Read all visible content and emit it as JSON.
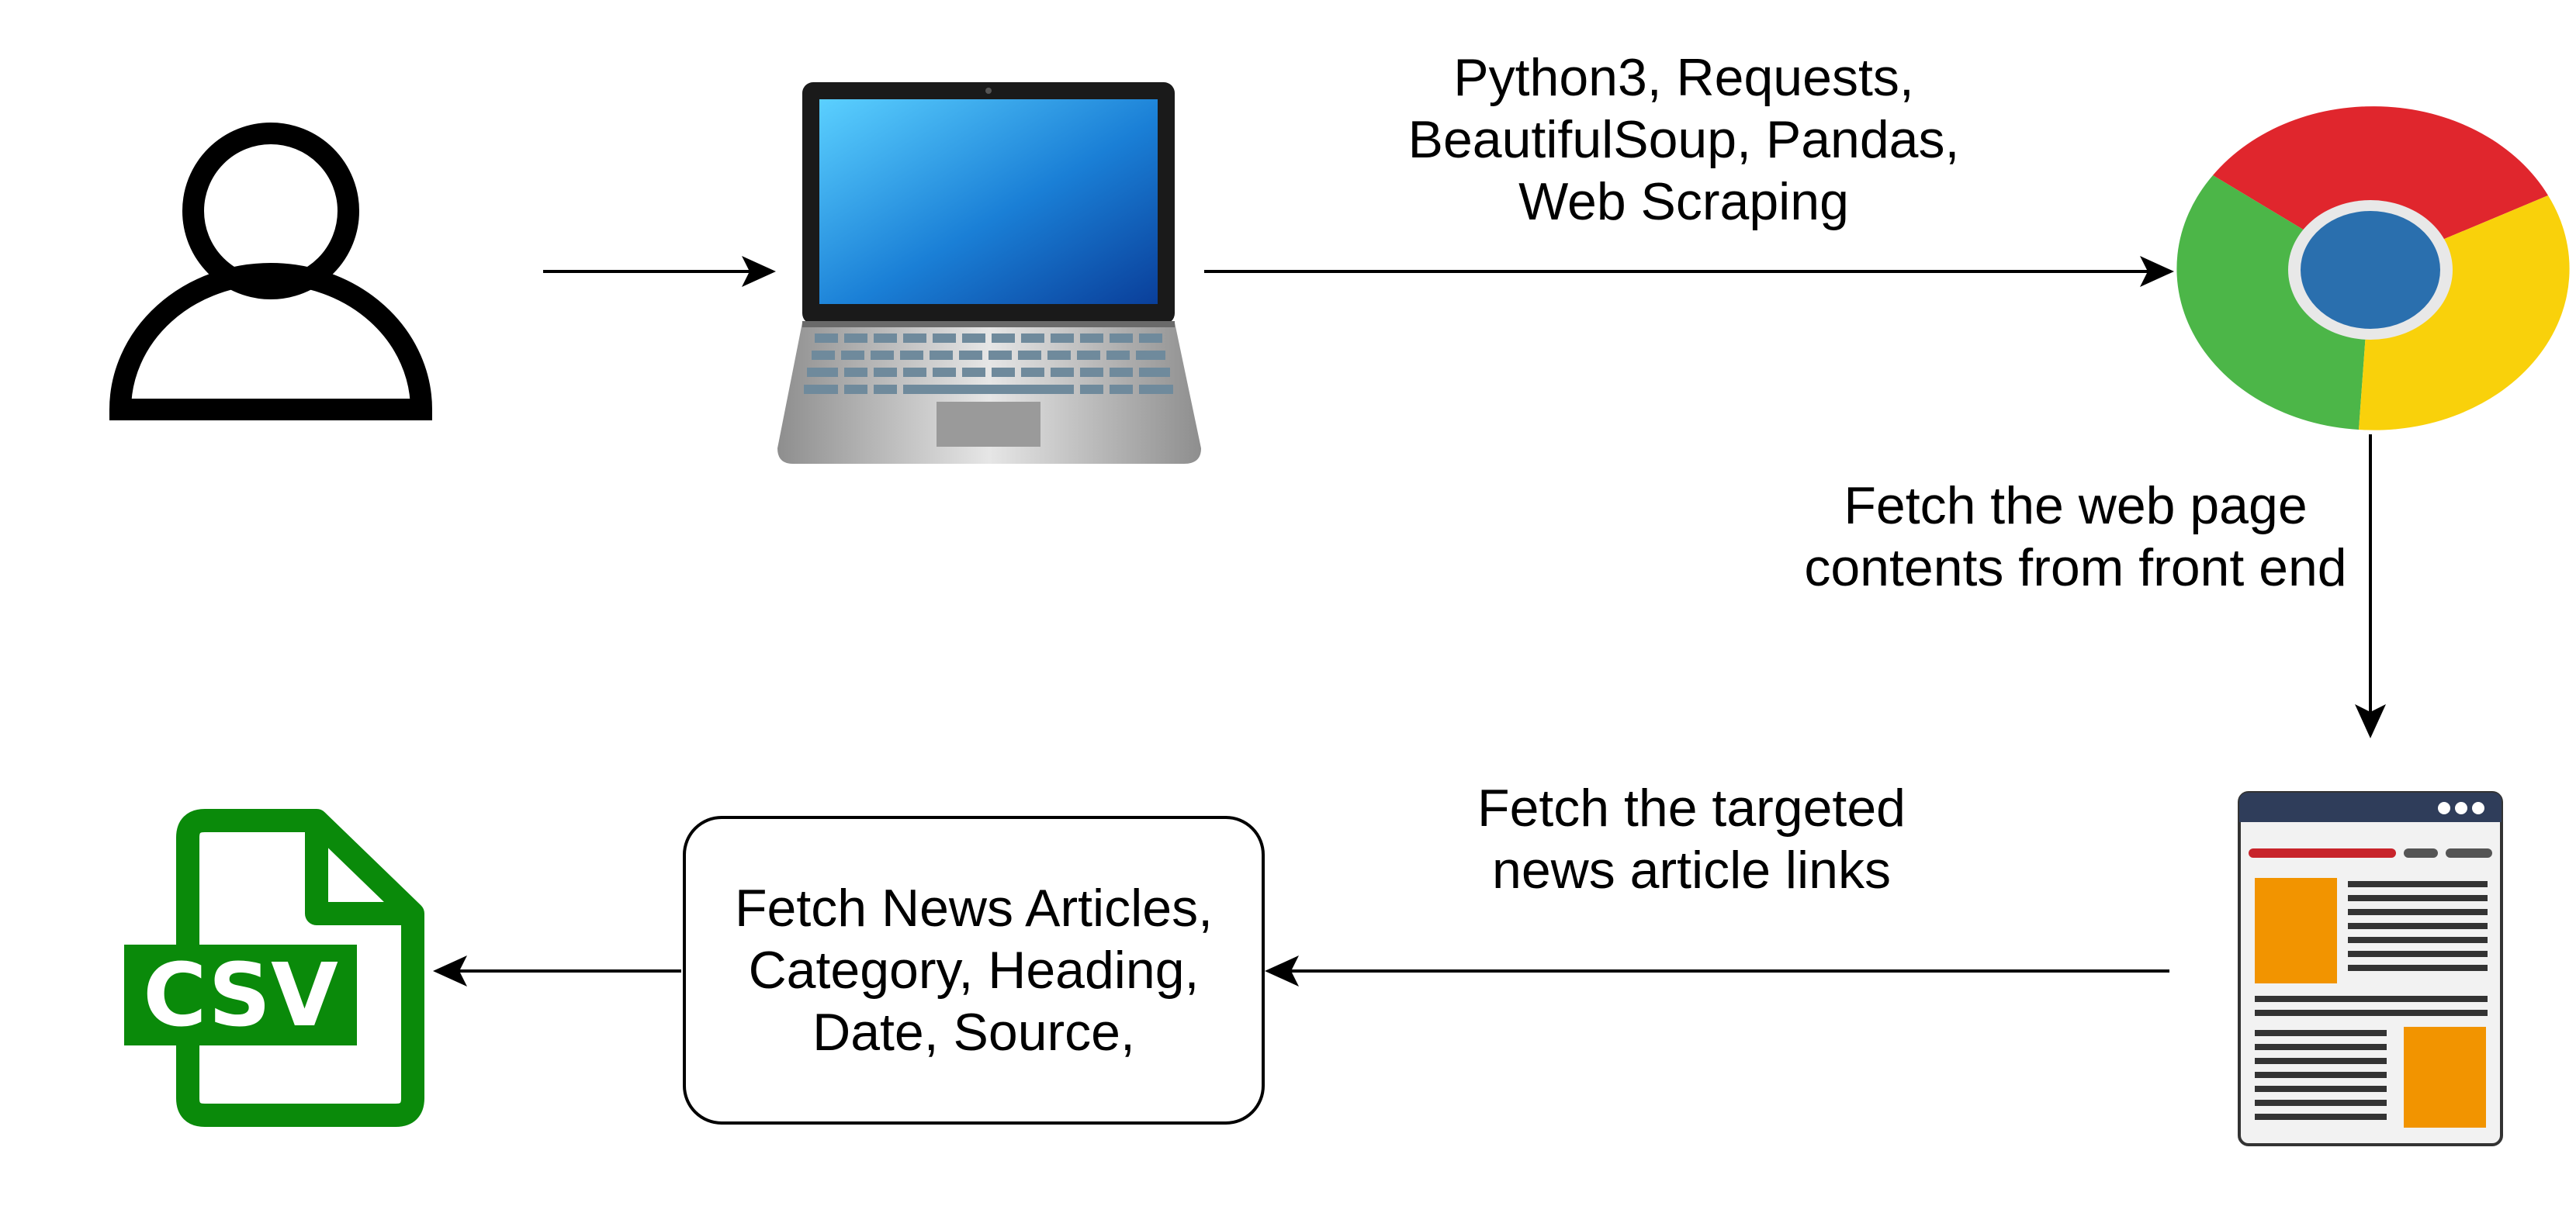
{
  "labels": {
    "tools": [
      "Python3, Requests,",
      "BeautifulSoup, Pandas,",
      "Web Scraping"
    ],
    "fetch_page": [
      "Fetch the web page",
      "contents from front end"
    ],
    "fetch_links": [
      "Fetch the targeted",
      "news article links"
    ],
    "output_box": [
      "Fetch News Articles,",
      "Category, Heading,",
      "Date, Source,"
    ],
    "csv_icon_text": "CSV"
  },
  "icons": [
    "user-icon",
    "laptop-icon",
    "chrome-browser-icon",
    "webpage-icon",
    "csv-file-icon"
  ],
  "colors": {
    "csv_green": "#0a8a0a",
    "chrome_red": "#e0262d",
    "chrome_green": "#4cb648",
    "chrome_yellow": "#f9d10b",
    "chrome_blue": "#2a6fae",
    "article_orange": "#f29400",
    "page_header": "#2f3d5a"
  }
}
